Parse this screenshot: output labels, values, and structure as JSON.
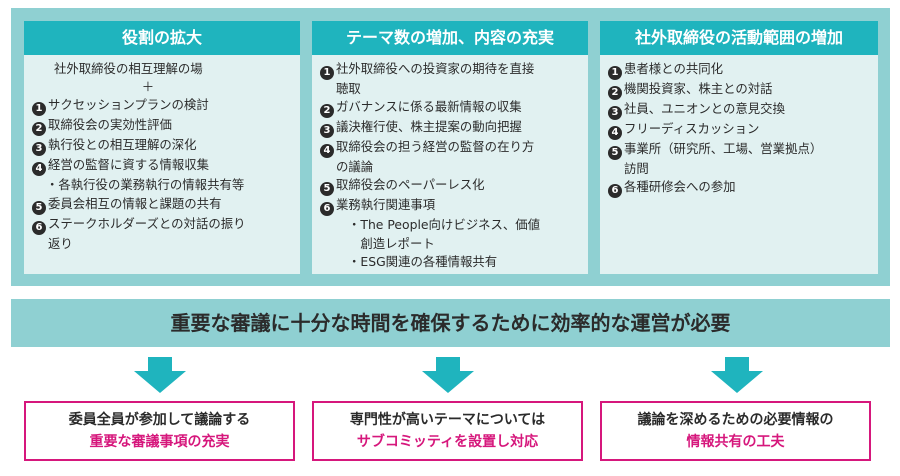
{
  "columns": [
    {
      "title": "役割の拡大",
      "intro": "社外取締役の相互理解の場",
      "plus": "＋",
      "items": [
        {
          "num": "1",
          "lines": [
            "サクセッションプランの検討"
          ]
        },
        {
          "num": "2",
          "lines": [
            "取締役会の実効性評価"
          ]
        },
        {
          "num": "3",
          "lines": [
            "執行役との相互理解の深化"
          ]
        },
        {
          "num": "4",
          "lines": [
            "経営の監督に資する情報収集"
          ],
          "sub": [
            "・各執行役の業務執行の情報共有等"
          ]
        },
        {
          "num": "5",
          "lines": [
            "委員会相互の情報と課題の共有"
          ]
        },
        {
          "num": "6",
          "lines": [
            "ステークホルダーズとの対話の振り",
            "返り"
          ]
        }
      ]
    },
    {
      "title": "テーマ数の増加、内容の充実",
      "items": [
        {
          "num": "1",
          "lines": [
            "社外取締役への投資家の期待を直接",
            "聴取"
          ]
        },
        {
          "num": "2",
          "lines": [
            "ガバナンスに係る最新情報の収集"
          ]
        },
        {
          "num": "3",
          "lines": [
            "議決権行使、株主提案の動向把握"
          ]
        },
        {
          "num": "4",
          "lines": [
            "取締役会の担う経営の監督の在り方",
            "の議論"
          ]
        },
        {
          "num": "5",
          "lines": [
            "取締役会のペーパーレス化"
          ]
        },
        {
          "num": "6",
          "lines": [
            "業務執行関連事項"
          ],
          "sub": [
            "・The People向けビジネス、価値",
            "　創造レポート",
            "・ESG関連の各種情報共有"
          ]
        }
      ]
    },
    {
      "title": "社外取締役の活動範囲の増加",
      "items": [
        {
          "num": "1",
          "lines": [
            "患者様との共同化"
          ]
        },
        {
          "num": "2",
          "lines": [
            "機関投資家、株主との対話"
          ]
        },
        {
          "num": "3",
          "lines": [
            "社員、ユニオンとの意見交換"
          ]
        },
        {
          "num": "4",
          "lines": [
            "フリーディスカッション"
          ]
        },
        {
          "num": "5",
          "lines": [
            "事業所（研究所、工場、営業拠点）",
            "訪問"
          ]
        },
        {
          "num": "6",
          "lines": [
            "各種研修会への参加"
          ]
        }
      ]
    }
  ],
  "banner": "重要な審議に十分な時間を確保するために効率的な運営が必要",
  "results": [
    {
      "line1": "委員全員が参加して議論する",
      "line2": "重要な審議事項の充実"
    },
    {
      "line1": "専門性が高いテーマについては",
      "line2": "サブコミッティを設置し対応"
    },
    {
      "line1": "議論を深めるための必要情報の",
      "line2": "情報共有の工夫"
    }
  ],
  "colors": {
    "panel": "#8fd0d2",
    "column_bg": "#e1f1f1",
    "header": "#1fb4be",
    "arrow": "#1fb4be",
    "accent": "#d6177c"
  }
}
